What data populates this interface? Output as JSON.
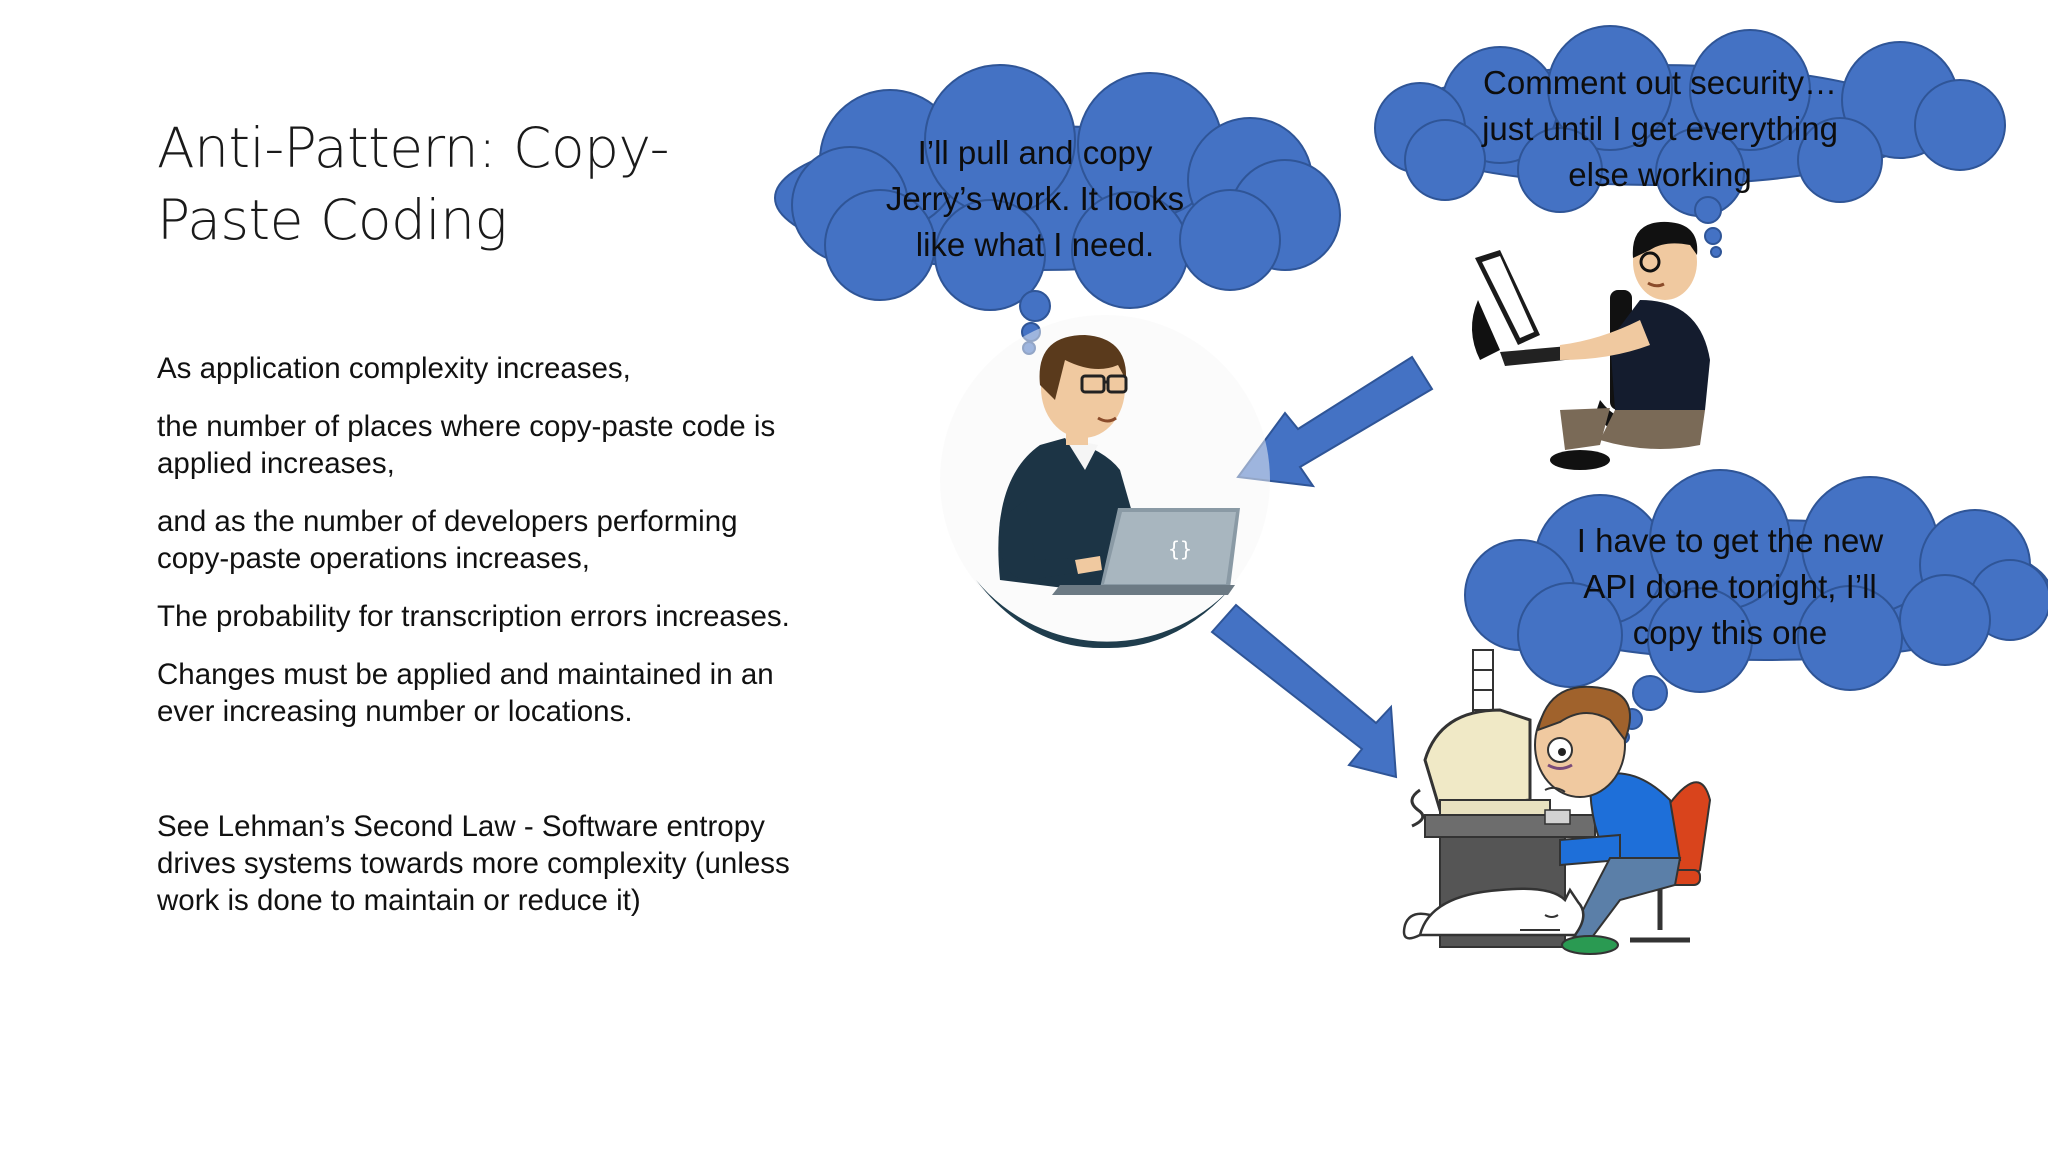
{
  "slide": {
    "title_lines": [
      "Anti-Pattern: Copy-",
      "Paste Coding"
    ],
    "paragraphs": [
      "As application complexity increases,",
      "the number of places where copy-paste code is applied increases,",
      "and as the number of developers performing copy-paste operations increases,",
      "The probability for transcription errors increases.",
      "Changes must be applied and maintained in an ever increasing number or locations."
    ],
    "note": "See Lehman’s Second Law - Software entropy drives systems towards more complexity (unless work is done to maintain or reduce it)"
  },
  "bubbles": {
    "center": [
      "I’ll pull and copy",
      "Jerry’s work.  It looks",
      "like what I need."
    ],
    "top_right": [
      "Comment out security…",
      "just until I get everything",
      "else working"
    ],
    "bottom_right": [
      "I have to get the new",
      "API done tonight,  I’ll",
      "copy this one"
    ]
  },
  "laptop_logo": "{}",
  "colors": {
    "bubble_fill": "#4472c4",
    "bubble_stroke": "#2f5597",
    "arrow_fill": "#4472c4",
    "shirt_blue": "#1e6fd9",
    "chair_red": "#d9441c"
  },
  "icons": [
    "thought-bubble-icon",
    "down-left-arrow-icon",
    "down-right-arrow-icon",
    "developer-laptop-icon",
    "developer-desk-icon",
    "tired-developer-icon",
    "sleeping-cat-icon"
  ]
}
